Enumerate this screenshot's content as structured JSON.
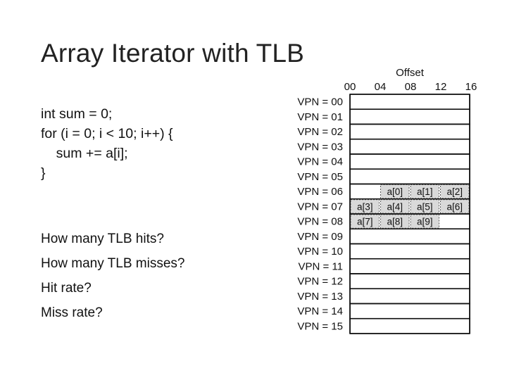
{
  "title": "Array Iterator with TLB",
  "code": [
    "int sum = 0;",
    "for (i = 0; i < 10; i++) {",
    "    sum += a[i];",
    "}"
  ],
  "questions": [
    "How many TLB hits?",
    "How many TLB misses?",
    "Hit rate?",
    "Miss rate?"
  ],
  "offset_header": "Offset",
  "offset_ticks": [
    "00",
    "04",
    "08",
    "12",
    "16"
  ],
  "vpn_labels": [
    "VPN = 00",
    "VPN = 01",
    "VPN = 02",
    "VPN = 03",
    "VPN = 04",
    "VPN = 05",
    "VPN = 06",
    "VPN = 07",
    "VPN = 08",
    "VPN = 09",
    "VPN = 10",
    "VPN = 11",
    "VPN = 12",
    "VPN = 13",
    "VPN = 14",
    "VPN = 15"
  ],
  "array_cells": [
    {
      "label": "a[0]",
      "vpn": 6,
      "slot": 1
    },
    {
      "label": "a[1]",
      "vpn": 6,
      "slot": 2
    },
    {
      "label": "a[2]",
      "vpn": 6,
      "slot": 3
    },
    {
      "label": "a[3]",
      "vpn": 7,
      "slot": 0
    },
    {
      "label": "a[4]",
      "vpn": 7,
      "slot": 1
    },
    {
      "label": "a[5]",
      "vpn": 7,
      "slot": 2
    },
    {
      "label": "a[6]",
      "vpn": 7,
      "slot": 3
    },
    {
      "label": "a[7]",
      "vpn": 8,
      "slot": 0
    },
    {
      "label": "a[8]",
      "vpn": 8,
      "slot": 1
    },
    {
      "label": "a[9]",
      "vpn": 8,
      "slot": 2
    }
  ],
  "colors": {
    "array_fill": "#d9d9d9",
    "line": "#111111"
  }
}
